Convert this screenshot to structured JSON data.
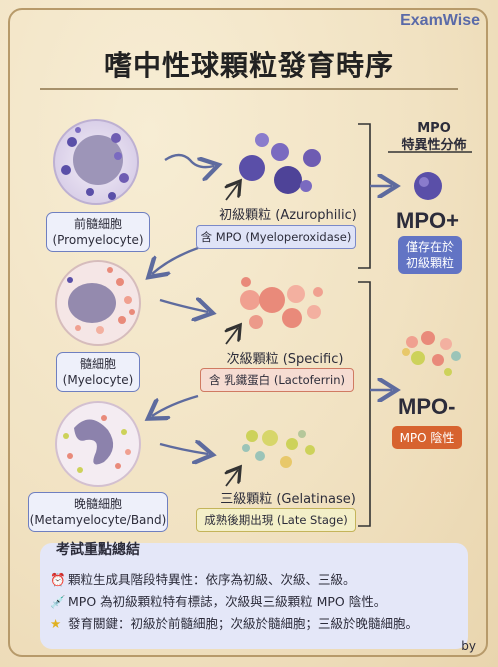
{
  "brand": "ExamWise",
  "title": "嗜中性球顆粒發育時序",
  "cells": [
    {
      "name": "前髓細胞",
      "en": "(Promyelocyte)"
    },
    {
      "name": "髓細胞",
      "en": "(Myelocyte)"
    },
    {
      "name": "晚髓細胞",
      "en": "(Metamyelocyte/Band)"
    }
  ],
  "granules": [
    {
      "title": "初級顆粒 (Azurophilic)",
      "tag": "含 MPO (Myeloperoxidase)"
    },
    {
      "title": "次級顆粒 (Specific)",
      "tag": "含 乳鐵蛋白 (Lactoferrin)"
    },
    {
      "title": "三級顆粒 (Gelatinase)",
      "tag": "成熟後期出現 (Late Stage)"
    }
  ],
  "mpo": {
    "header_line1": "MPO",
    "header_line2": "特異性分佈",
    "positive_label": "MPO+",
    "positive_note_line1": "僅存在於",
    "positive_note_line2": "初級顆粒",
    "negative_label": "MPO-",
    "negative_note": "MPO 陰性"
  },
  "summary": {
    "title": "考試重點總結",
    "items": [
      {
        "icon": "alarm-clock-icon",
        "glyph": "⏰",
        "text": "顆粒生成具階段特異性：依序為初級、次級、三級。"
      },
      {
        "icon": "syringe-icon",
        "glyph": "💉",
        "text": "MPO 為初級顆粒特有標誌，次級與三級顆粒 MPO 陰性。"
      },
      {
        "icon": "star-icon",
        "glyph": "★",
        "text": "發育關鍵：初級於前髓細胞；次級於髓細胞；三級於晚髓細胞。"
      }
    ]
  },
  "byline": "by",
  "colors": {
    "accent": "#5a6aa8",
    "primary_granule": "#5a4fa8",
    "secondary_granule": "#e98a7a",
    "tertiary_granule": "#cdd25a",
    "mpo_negative": "#d7632f"
  }
}
